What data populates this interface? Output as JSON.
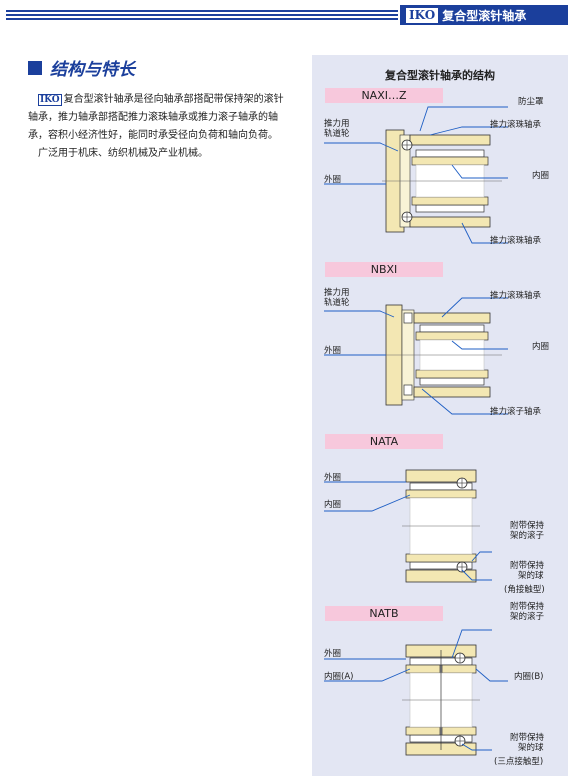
{
  "header": {
    "logo": "IKO",
    "title": "复合型滚针轴承"
  },
  "section": {
    "title": "结构与特长",
    "brand_inline": "IKO",
    "paragraph1_rest": "复合型滚针轴承是径向轴承部搭配带保持架的滚针轴承，推力轴承部搭配推力滚珠轴承或推力滚子轴承的轴承，容积小经济性好，能同时承受径向负荷和轴向负荷。",
    "paragraph2": "广泛用于机床、纺织机械及产业机械。"
  },
  "panel": {
    "title": "复合型滚针轴承的结构",
    "types": [
      {
        "name": "NAXI…Z",
        "labels": {
          "dust_cover": "防尘罩",
          "raceway_l1": "推力用",
          "raceway_l2": "轨道轮",
          "thrust_ball_top": "推力滚珠轴承",
          "inner": "内圈",
          "outer": "外圈",
          "thrust_ball_bottom": "推力滚珠轴承"
        }
      },
      {
        "name": "NBXI",
        "labels": {
          "raceway_l1": "推力用",
          "raceway_l2": "轨道轮",
          "thrust_ball": "推力滚珠轴承",
          "inner": "内圈",
          "outer": "外圈",
          "thrust_roller": "推力滚子轴承"
        }
      },
      {
        "name": "NATA",
        "labels": {
          "outer": "外圈",
          "inner": "内圈",
          "roller_l1": "附带保持",
          "roller_l2": "架的滚子",
          "ball_l1": "附带保持",
          "ball_l2": "架的球",
          "ball_note": "(角接触型)"
        }
      },
      {
        "name": "NATB",
        "labels": {
          "roller_l1": "附带保持",
          "roller_l2": "架的滚子",
          "outer": "外圈",
          "inner_a": "内圈(A)",
          "inner_b": "内圈(B)",
          "ball_l1": "附带保持",
          "ball_l2": "架的球",
          "ball_note": "(三点接触型)"
        }
      }
    ]
  },
  "colors": {
    "brand_blue": "#1b3f9c",
    "panel_bg": "#e3e6f3",
    "pill_pink": "#f7c8dc",
    "bearing_fill": "#f3e7b3",
    "leader_blue": "#1f5fc4"
  }
}
